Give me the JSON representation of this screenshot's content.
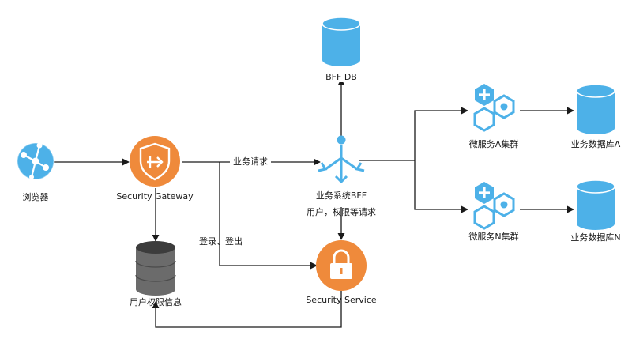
{
  "nodes": {
    "browser": {
      "label": "浏览器",
      "icon": "globe-network-icon"
    },
    "gateway": {
      "label": "Security Gateway",
      "icon": "shield-gateway-icon"
    },
    "bff_db": {
      "label": "BFF DB",
      "icon": "database-icon"
    },
    "bff": {
      "label": "业务系统BFF",
      "icon": "load-balancer-icon"
    },
    "security_service": {
      "label": "Security Service",
      "icon": "lock-icon"
    },
    "user_perm_info": {
      "label": "用户权限信息",
      "icon": "database-icon"
    },
    "cluster_a": {
      "label": "微服务A集群",
      "icon": "service-cluster-icon"
    },
    "cluster_n": {
      "label": "微服务N集群",
      "icon": "service-cluster-icon"
    },
    "db_a": {
      "label": "业务数据库A",
      "icon": "database-icon"
    },
    "db_n": {
      "label": "业务数据库N",
      "icon": "database-icon"
    }
  },
  "edges": {
    "business_request": "业务请求",
    "login_logout": "登录、登出",
    "user_perm_request": "用户，权限等请求"
  },
  "colors": {
    "blue": "#4db1e8",
    "blue_dark": "#2a8fd0",
    "orange": "#ef8a3b",
    "gray": "#6b6b6b",
    "gray_dark": "#3c3c3c",
    "line": "#1a1a1a"
  }
}
